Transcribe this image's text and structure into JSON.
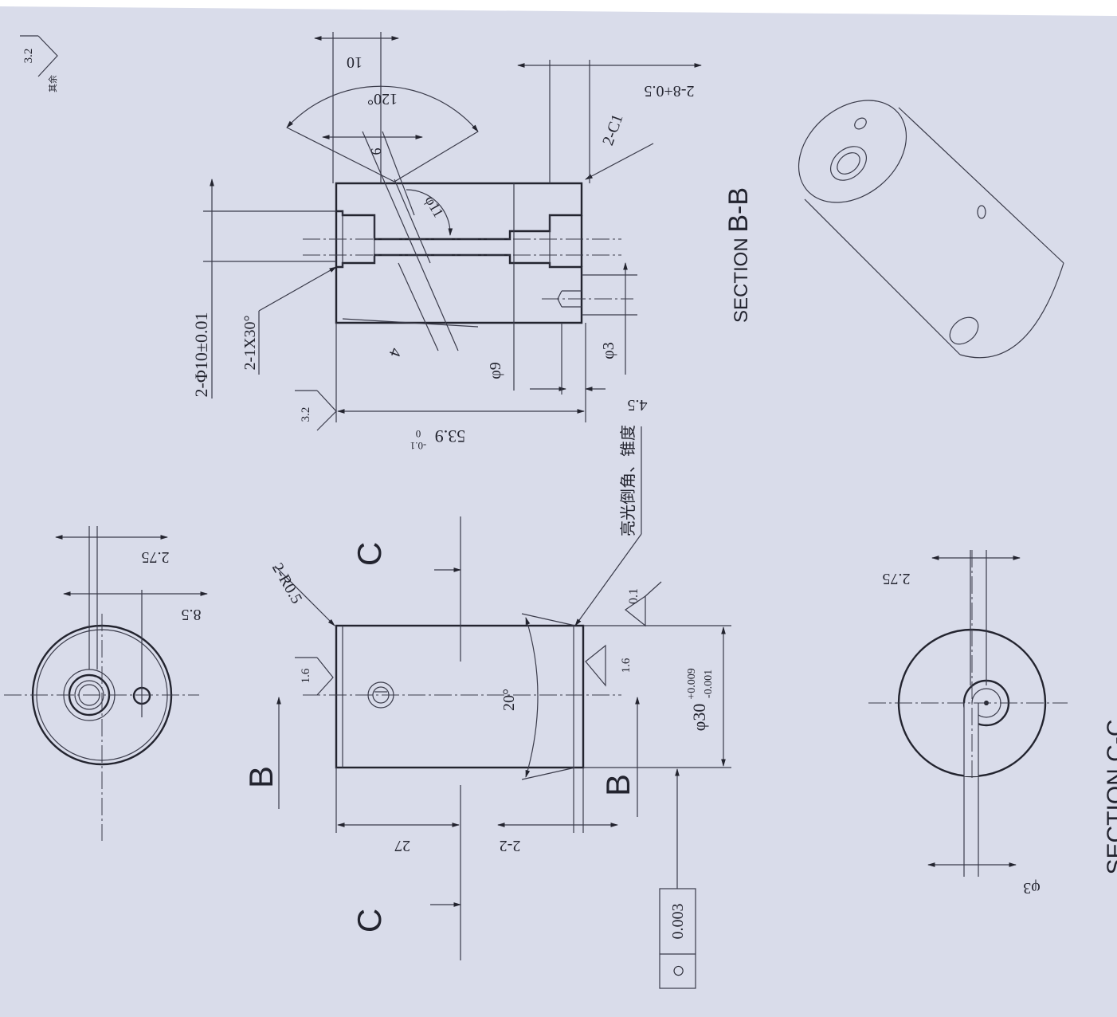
{
  "roughness": {
    "general": {
      "value": "3.2",
      "note": "其余"
    },
    "bore": "3.2",
    "end_left": "1.6",
    "end_right": "1.6"
  },
  "section_bb": {
    "title_prefix": "SECTION",
    "title_letters": "B-B",
    "dims": {
      "d10": "10",
      "angle120": "120°",
      "d6": "6",
      "phi11": "φ11",
      "bore_fit": "2-Φ10±0.01",
      "chamfer30": "2-1X30°",
      "d4": "4",
      "phi9": "φ9",
      "phi3": "φ3",
      "d45": "4.5",
      "length_main": "53.9",
      "length_tol_upper": "0",
      "length_tol_lower": "-0.1",
      "c1": "2-C1",
      "slot": "2-8+0.5"
    }
  },
  "side_view": {
    "note": "亮光倒角、锥度",
    "r05": "2-R0.5",
    "angle20": "20°",
    "dia": "φ30",
    "dia_tol_upper": "+0.009",
    "dia_tol_lower": "-0.001",
    "d27": "27",
    "d22": "2-2",
    "flatness": "0.1",
    "circularity_symbol": "○",
    "circularity_value": "0.003",
    "cut_c": "C",
    "cut_b": "B"
  },
  "end_view": {
    "d275": "2.75",
    "d85": "8.5"
  },
  "section_cc": {
    "d275": "2.75",
    "phi3": "φ3",
    "title": "SECTION C-C"
  }
}
